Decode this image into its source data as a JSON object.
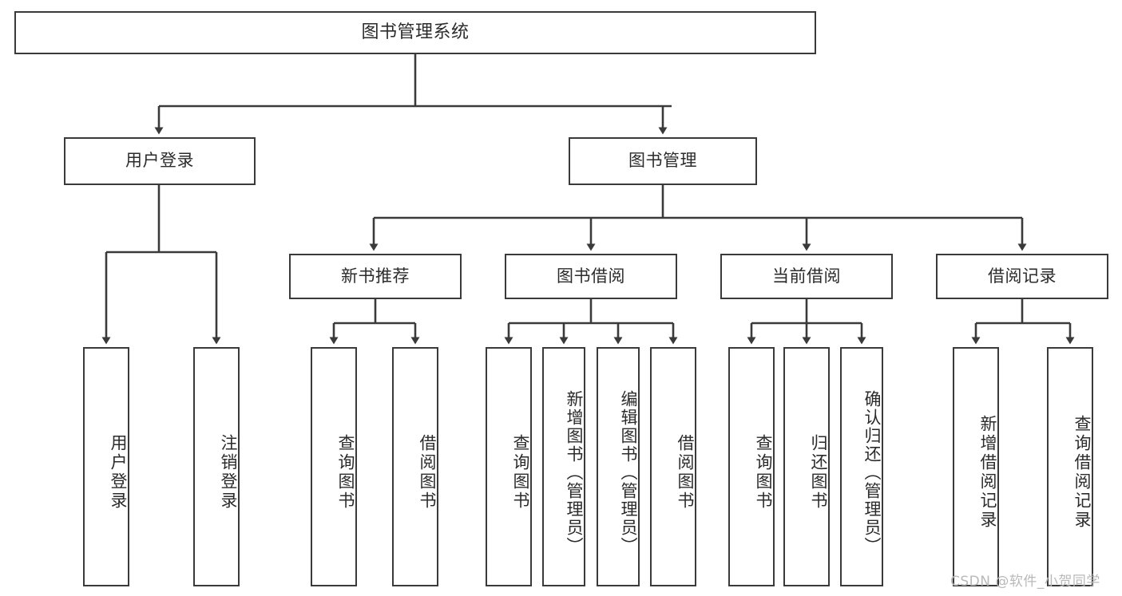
{
  "diagram": {
    "title": "图书管理系统",
    "type": "functional-structure-tree",
    "line_color": "#3a3a3a",
    "text_color": "#2b2b2b",
    "background_color": "#ffffff",
    "root": {
      "label": "图书管理系统"
    },
    "level2": [
      {
        "label": "用户登录"
      },
      {
        "label": "图书管理"
      }
    ],
    "level3": [
      {
        "label": "新书推荐"
      },
      {
        "label": "图书借阅"
      },
      {
        "label": "当前借阅"
      },
      {
        "label": "借阅记录"
      }
    ],
    "leaves": {
      "user_login": [
        {
          "label": "用户登录"
        },
        {
          "label": "注销登录"
        }
      ],
      "new_book_recommend": [
        {
          "label": "查询图书"
        },
        {
          "label": "借阅图书"
        }
      ],
      "book_borrow": [
        {
          "label": "查询图书"
        },
        {
          "label": "新增图书（管理员）"
        },
        {
          "label": "编辑图书（管理员）"
        },
        {
          "label": "借阅图书"
        }
      ],
      "current_borrow": [
        {
          "label": "查询图书"
        },
        {
          "label": "归还图书"
        },
        {
          "label": "确认归还（管理员）"
        }
      ],
      "borrow_record": [
        {
          "label": "新增借阅记录"
        },
        {
          "label": "查询借阅记录"
        }
      ]
    }
  },
  "watermark": {
    "text": "CSDN @软件_小贺同学"
  }
}
